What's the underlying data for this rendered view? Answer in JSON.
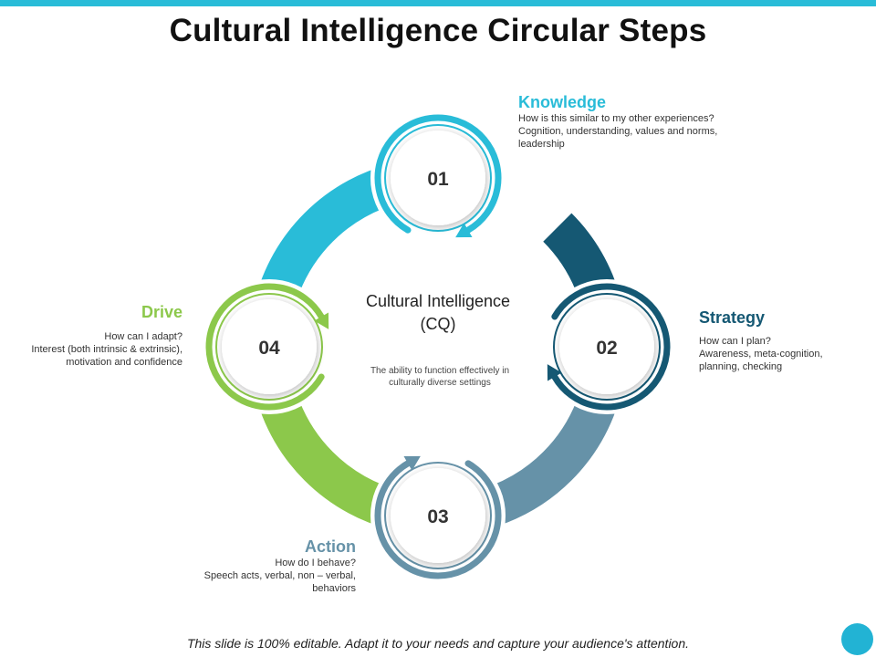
{
  "title": "Cultural Intelligence Circular Steps",
  "colors": {
    "knowledge": "#29bcd8",
    "strategy": "#155873",
    "action": "#6692a8",
    "drive": "#8cc84b",
    "accent_bar": "#29bcd8",
    "dot": "#22b3d4"
  },
  "center": {
    "title": "Cultural Intelligence (CQ)",
    "description": "The ability to function effectively in culturally diverse settings"
  },
  "steps": [
    {
      "number": "01",
      "heading": "Knowledge",
      "question": "How is this similar to my other experiences?",
      "detail": "Cognition, understanding, values and norms, leadership"
    },
    {
      "number": "02",
      "heading": "Strategy",
      "question": "How can I plan?",
      "detail": "Awareness, meta-cognition, planning, checking"
    },
    {
      "number": "03",
      "heading": "Action",
      "question": "How do I behave?",
      "detail": "Speech acts, verbal, non – verbal, behaviors"
    },
    {
      "number": "04",
      "heading": "Drive",
      "question": "How can I adapt?",
      "detail": "Interest (both intrinsic & extrinsic), motivation and confidence"
    }
  ],
  "footer": "This slide is 100% editable. Adapt it to your needs and capture your audience's attention."
}
